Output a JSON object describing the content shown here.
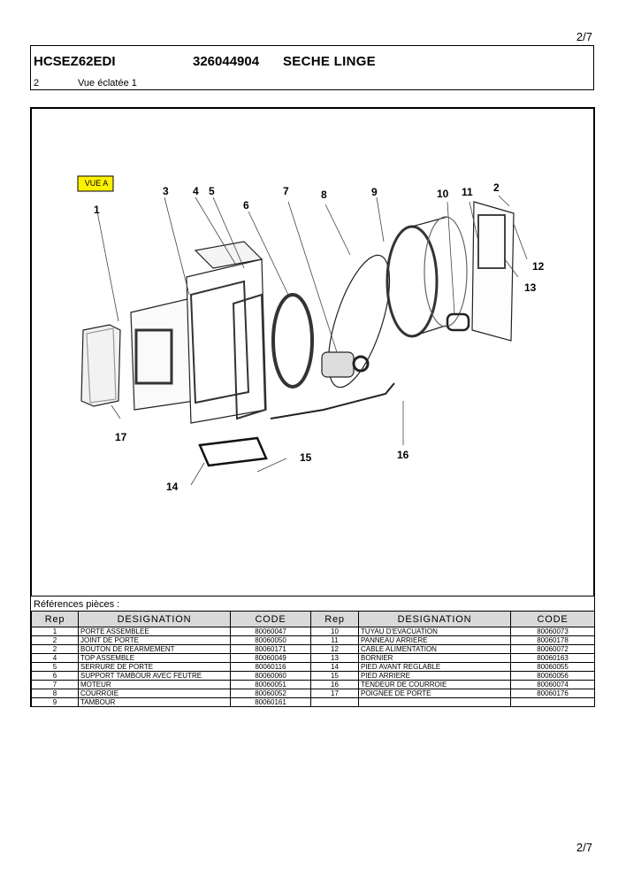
{
  "page": {
    "number_top": "2/7",
    "number_bottom": "2/7"
  },
  "header": {
    "model": "HCSEZ62EDI",
    "code": "326044904",
    "name": "SECHE LINGE",
    "section_number": "2",
    "view_title": "Vue éclatée 1"
  },
  "diagram": {
    "tag": "VUE A",
    "callouts": [
      "1",
      "2",
      "3",
      "4",
      "5",
      "6",
      "7",
      "8",
      "9",
      "10",
      "11",
      "12",
      "13",
      "14",
      "15",
      "16",
      "17"
    ]
  },
  "references": {
    "title": "Références pièces  :",
    "headers": [
      "Rep",
      "DESIGNATION",
      "CODE",
      "Rep",
      "DESIGNATION",
      "CODE"
    ],
    "rows": [
      [
        "1",
        "PORTE ASSEMBLEE",
        "80060047",
        "10",
        "TUYAU D'EVACUATION",
        "80060073"
      ],
      [
        "2",
        "JOINT  DE PORTE",
        "80060050",
        "11",
        "PANNEAU ARRIERE",
        "80060178"
      ],
      [
        "2",
        "BOUTON DE REARMEMENT",
        "80060171",
        "12",
        "CABLE ALIMENTATION",
        "80060072"
      ],
      [
        "4",
        "TOP ASSEMBLE",
        "80060049",
        "13",
        "BORNIER",
        "80060163"
      ],
      [
        "5",
        "SERRURE DE PORTE",
        "80060116",
        "14",
        "PIED AVANT REGLABLE",
        "80060055"
      ],
      [
        "6",
        "SUPPORT TAMBOUR AVEC FEUTRE",
        "80060060",
        "15",
        "PIED ARRIERE",
        "80060056"
      ],
      [
        "7",
        "MOTEUR",
        "80060051",
        "16",
        "TENDEUR DE COURROIE",
        "80060074"
      ],
      [
        "8",
        "COURROIE",
        "80060052",
        "17",
        "POIGNEE DE PORTE",
        "80060176"
      ],
      [
        "9",
        "TAMBOUR",
        "80060161",
        "",
        "",
        ""
      ]
    ]
  }
}
